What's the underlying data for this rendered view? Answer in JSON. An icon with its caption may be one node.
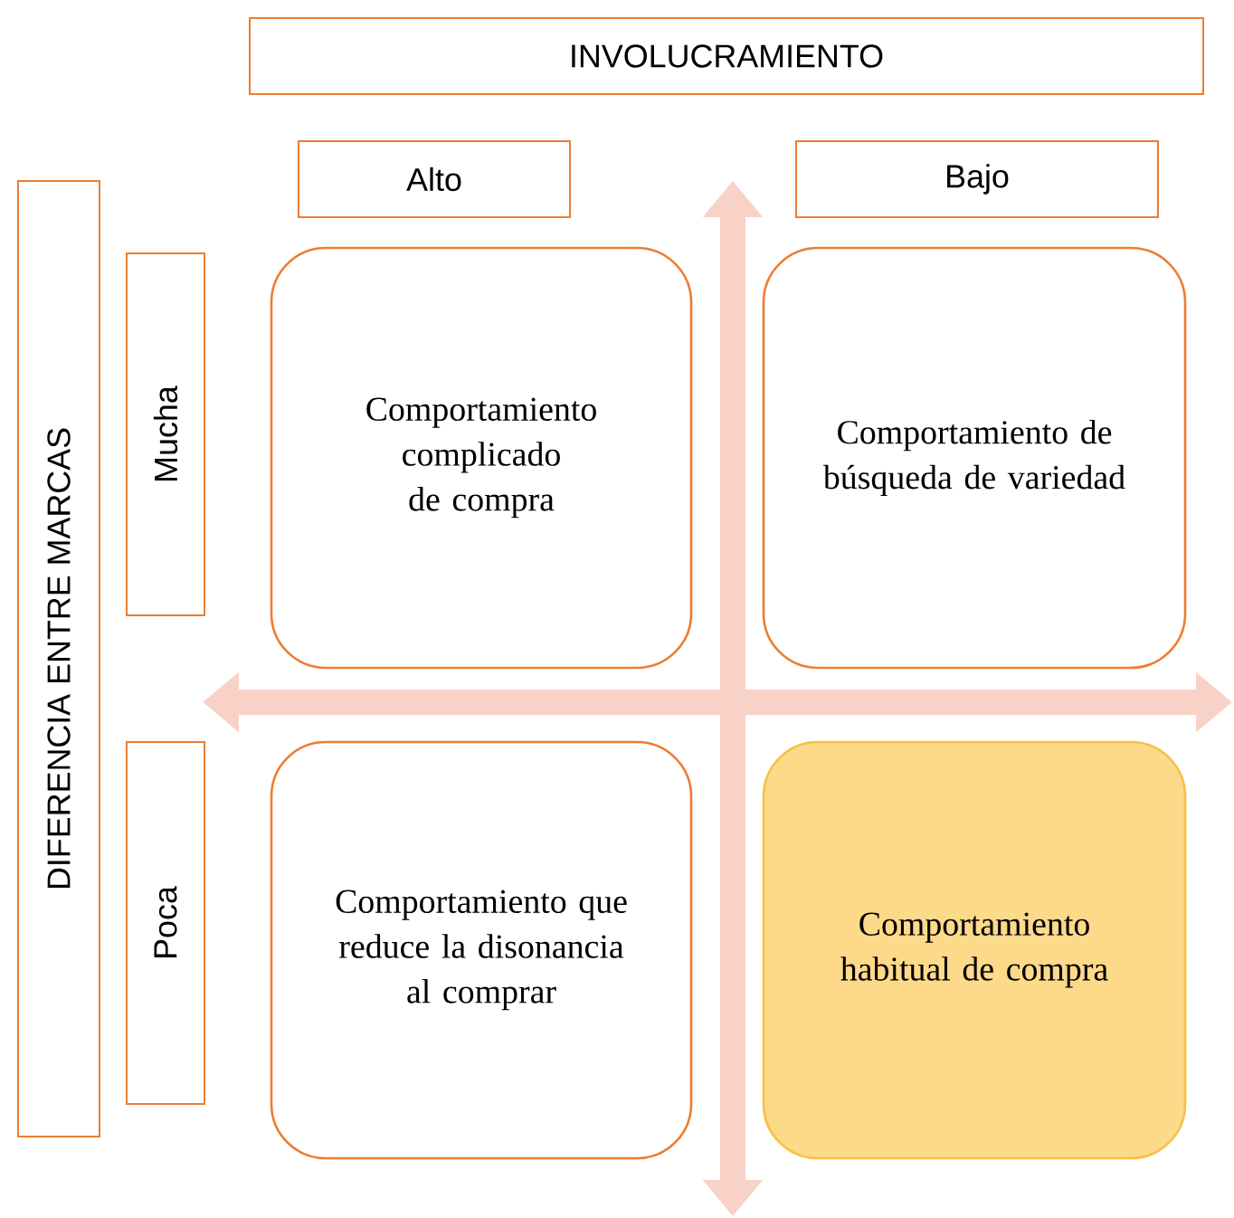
{
  "diagram": {
    "nodes": [
      {
        "text": [
          "INVOLUCRAMIENTO"
        ]
      },
      {
        "text": [
          "Alto"
        ]
      },
      {
        "text": [
          "Bajo"
        ]
      },
      {
        "text": [
          "DIFERENCIA ENTRE MARCAS"
        ]
      },
      {
        "text": [
          "Mucha"
        ]
      },
      {
        "text": [
          "Poca"
        ]
      },
      {
        "text": [
          "Comportamiento complicado de compra"
        ]
      },
      {
        "text": [
          "Comportamiento de búsqueda de variedad"
        ]
      },
      {
        "text": [
          "Comportamiento que reduce la disonancia al comprar"
        ]
      },
      {
        "text": [
          "Comportamiento habitual de compra"
        ]
      }
    ]
  }
}
